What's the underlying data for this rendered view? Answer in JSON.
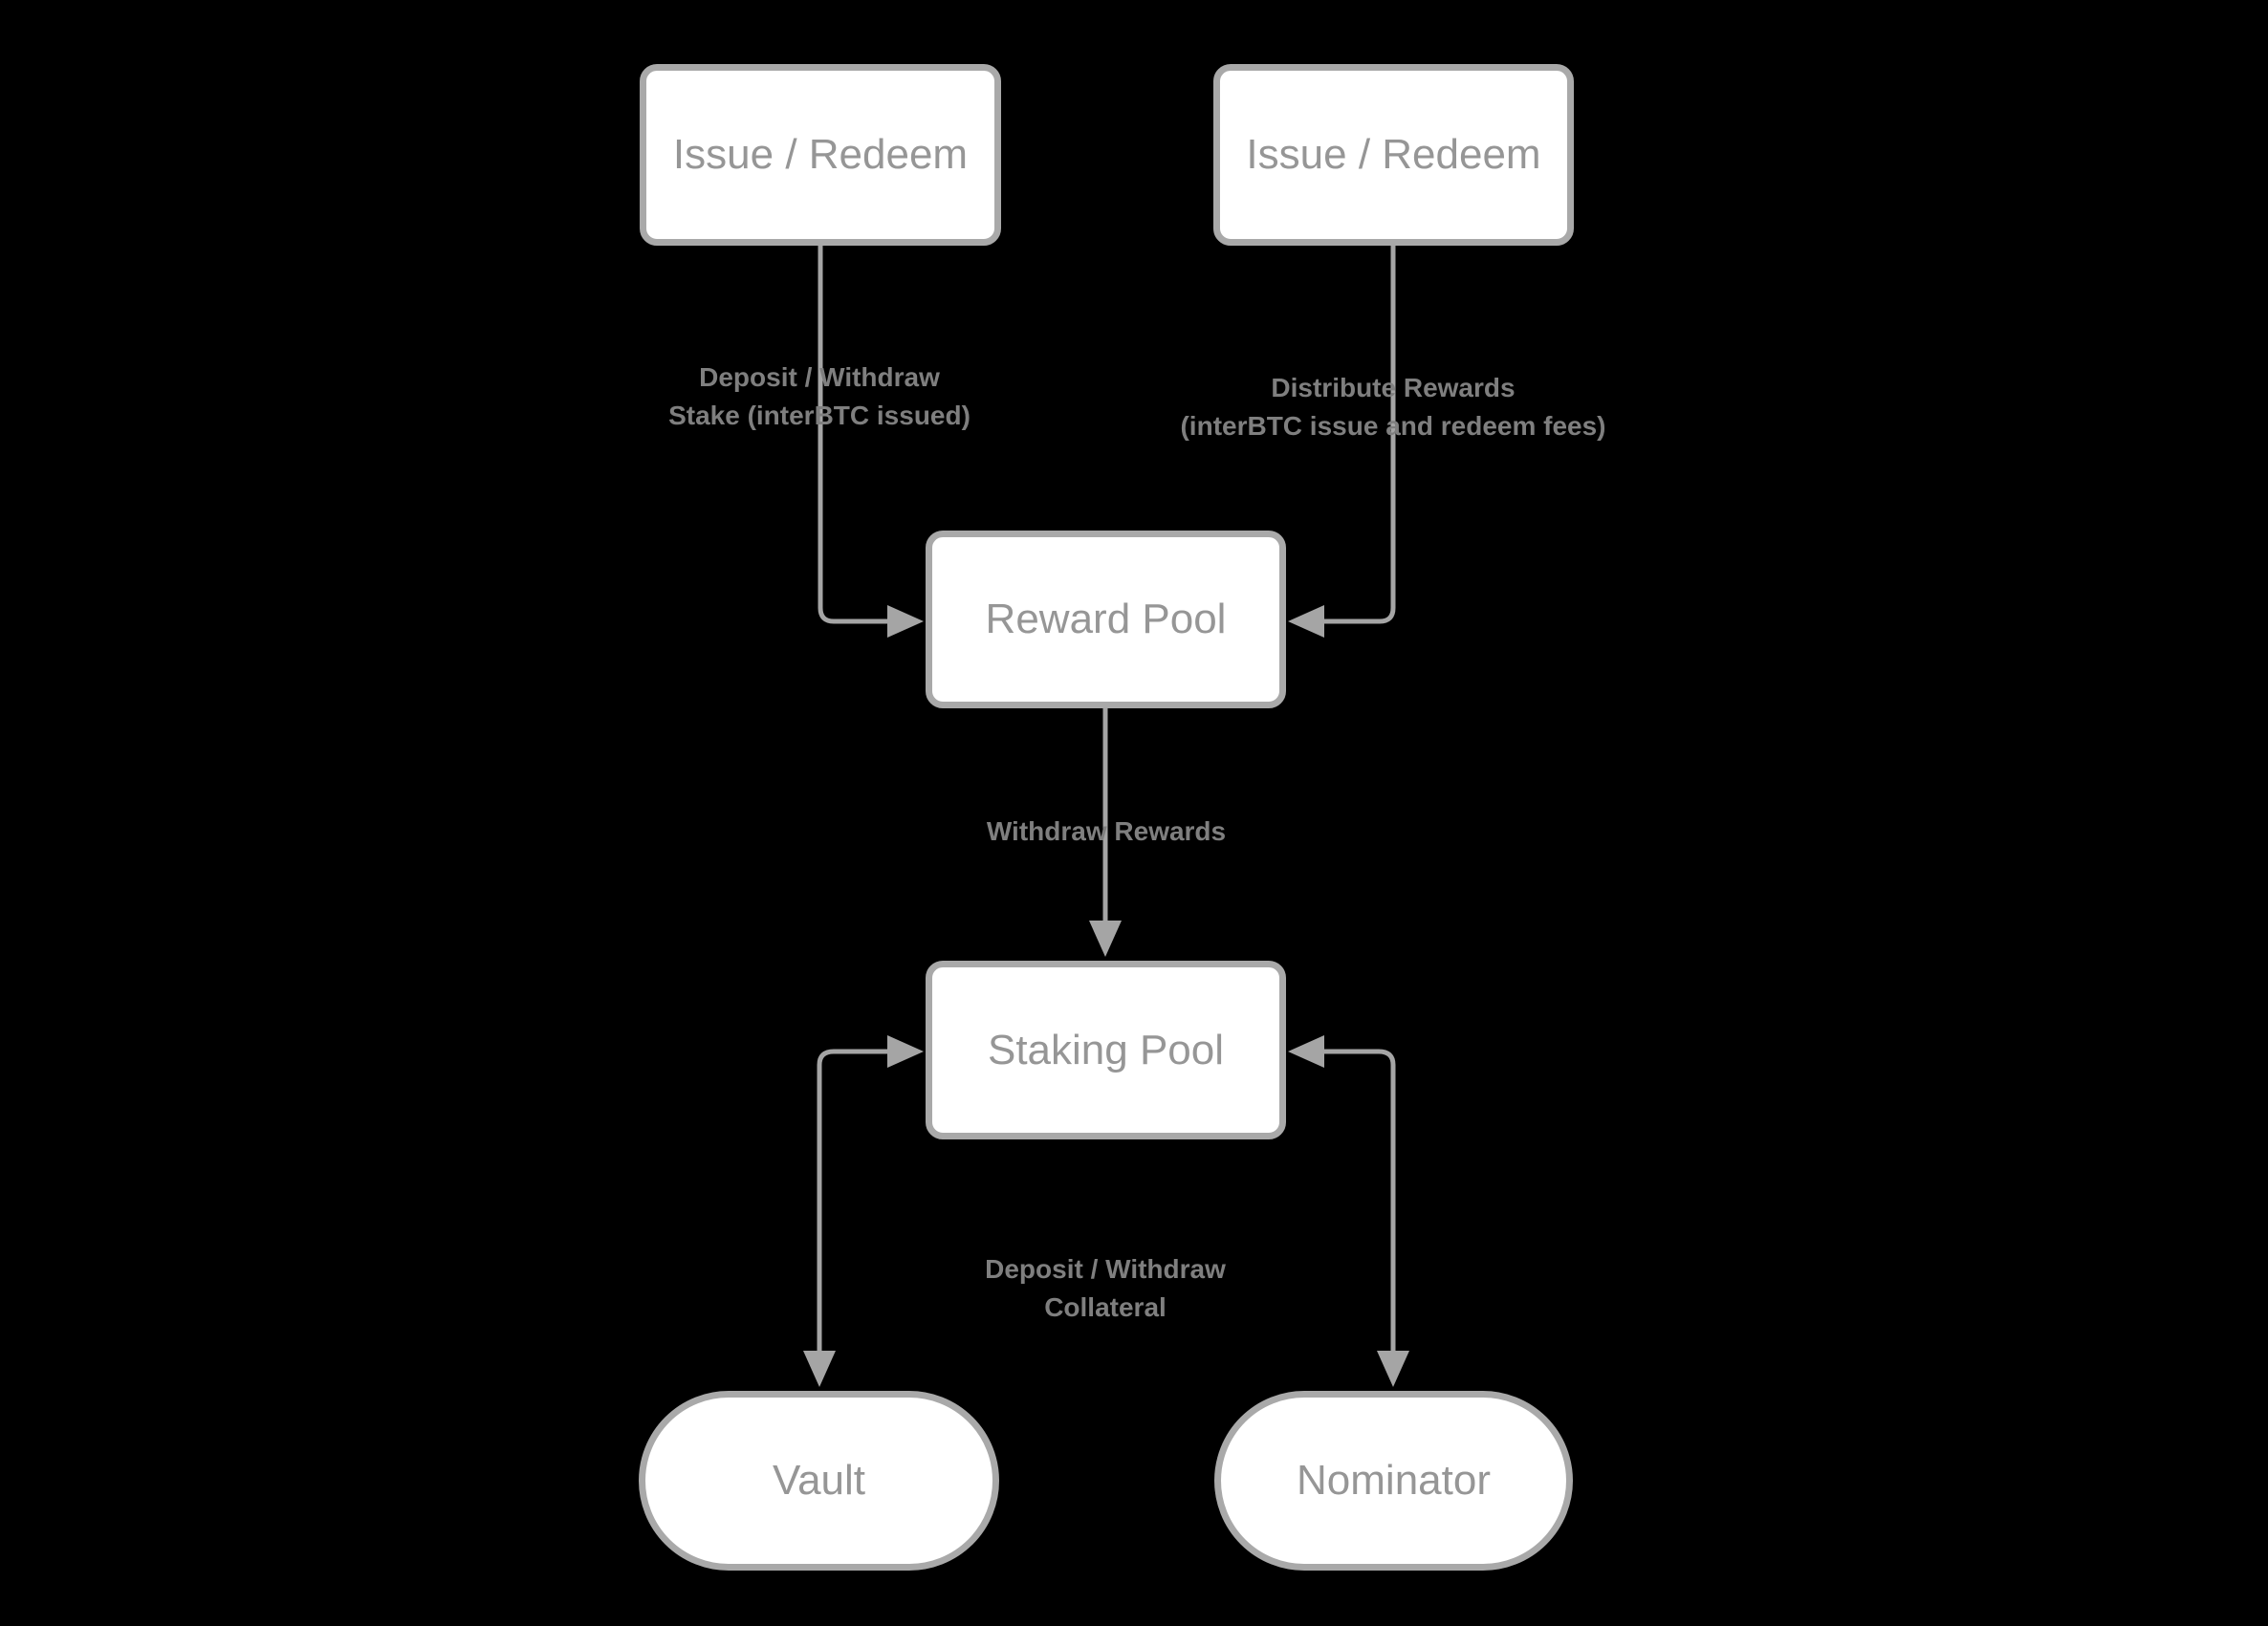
{
  "diagram": {
    "nodes": {
      "issue_redeem_left": {
        "label": "Issue / Redeem"
      },
      "issue_redeem_right": {
        "label": "Issue / Redeem"
      },
      "reward_pool": {
        "label": "Reward Pool"
      },
      "staking_pool": {
        "label": "Staking Pool"
      },
      "vault": {
        "label": "Vault"
      },
      "nominator": {
        "label": "Nominator"
      }
    },
    "edge_labels": {
      "deposit_withdraw_stake": {
        "line1": "Deposit / Withdraw",
        "line2": "Stake (interBTC issued)"
      },
      "distribute_rewards": {
        "line1": "Distribute Rewards",
        "line2": "(interBTC issue and redeem fees)"
      },
      "withdraw_rewards": {
        "line1": "Withdraw Rewards"
      },
      "deposit_withdraw_collateral": {
        "line1": "Deposit / Withdraw",
        "line2": "Collateral"
      }
    }
  },
  "colors": {
    "canvas-bg": "#000000",
    "node-fill": "#ffffff",
    "node-border": "#a9a9a9",
    "node-text": "#969696",
    "connector": "#a5a5a5",
    "edge-label": "#7f7f7f"
  }
}
